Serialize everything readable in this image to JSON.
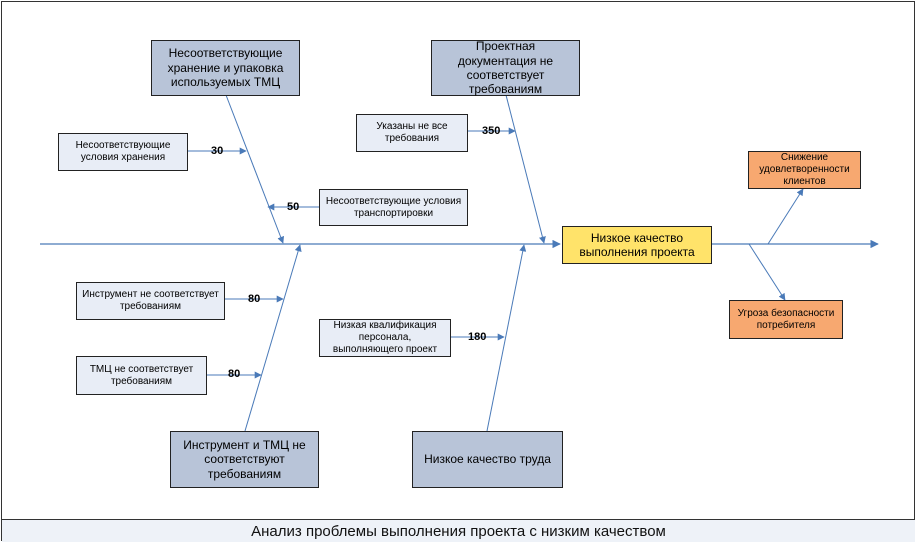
{
  "caption": "Анализ проблемы выполнения проекта с низким качеством",
  "problem": "Низкое качество выполнения проекта",
  "categories": {
    "storage": "Несоответствующие хранение и упаковка используемых ТМЦ",
    "docs": "Проектная документация не соответствует требованиям",
    "tools": "Инструмент и ТМЦ не соответствуют требованиям",
    "labor": "Низкое качество труда"
  },
  "causes": {
    "storage_conditions": {
      "label": "Несоответствующие условия хранения",
      "value": "30"
    },
    "transport": {
      "label": "Несоответствующие условия транспортировки",
      "value": "50"
    },
    "requirements": {
      "label": "Указаны не все требования",
      "value": "350"
    },
    "instrument": {
      "label": "Инструмент не соответствует требованиям",
      "value": "80"
    },
    "tmc": {
      "label": "ТМЦ не соответствует требованиям",
      "value": "80"
    },
    "qualification": {
      "label": "Низкая квалификация персонала, выполняющего проект",
      "value": "180"
    }
  },
  "effects": {
    "satisfaction": "Снижение удовлетворенности клиентов",
    "safety": "Угроза безопасности потребителя"
  },
  "colors": {
    "arrow": "#4a7ab8",
    "category_fill": "#b8c4d8",
    "cause_fill": "#e8edf6",
    "problem_fill": "#ffe36a",
    "effect_fill": "#f7a870"
  }
}
